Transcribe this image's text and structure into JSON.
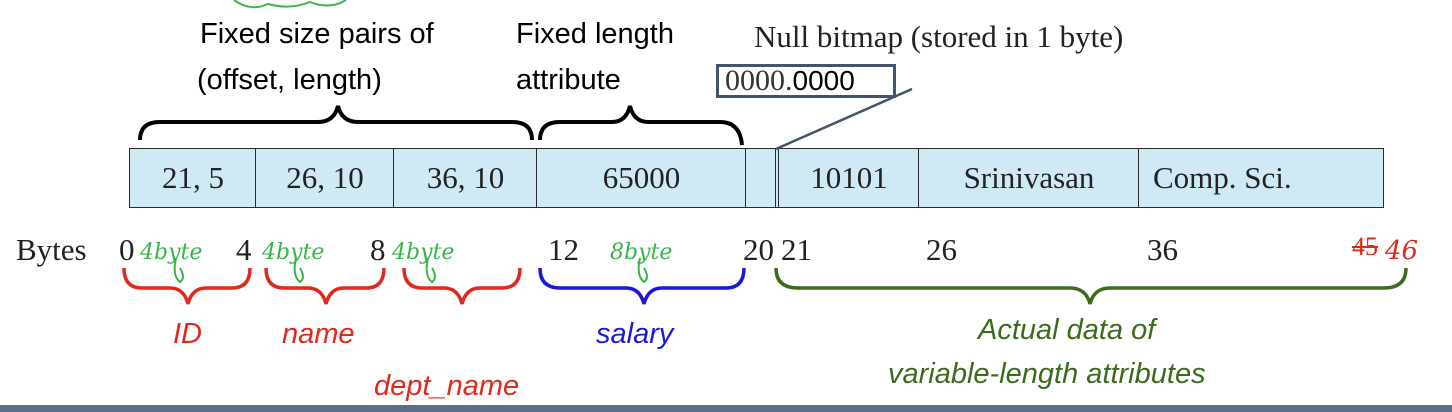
{
  "labels": {
    "fixed_pairs_line1": "Fixed size pairs of",
    "fixed_pairs_line2": "(offset, length)",
    "fixed_length_line1": "Fixed length",
    "fixed_length_line2": "attribute",
    "null_bitmap": "Null bitmap (stored in 1 byte)",
    "bitmap_value_light": "0000",
    "bitmap_value_bold": "0000"
  },
  "record": {
    "cells": [
      "21, 5",
      "26, 10",
      "36, 10",
      "65000",
      "",
      "",
      "10101",
      "Srinivasan",
      "Comp. Sci."
    ]
  },
  "bytes": {
    "prefix": "Bytes",
    "offsets": [
      "0",
      "4",
      "8",
      "12",
      "20",
      "21",
      "26",
      "36"
    ],
    "last_struck": "45",
    "last_corrected": "46"
  },
  "handwritten": {
    "size_annotations": [
      "4byte",
      "4byte",
      "4byte",
      "8byte"
    ]
  },
  "annotations": {
    "id": "ID",
    "name": "name",
    "dept_name": "dept_name",
    "salary": "salary",
    "variable_line1": "Actual data of",
    "variable_line2": "variable-length attributes"
  },
  "colors": {
    "cell_fill": "#cfe9f5",
    "red": "#e0281c",
    "blue": "#1a1ad6",
    "green": "#3d6b1e",
    "handwriting": "#38b54a",
    "rule": "#5b6f86"
  }
}
